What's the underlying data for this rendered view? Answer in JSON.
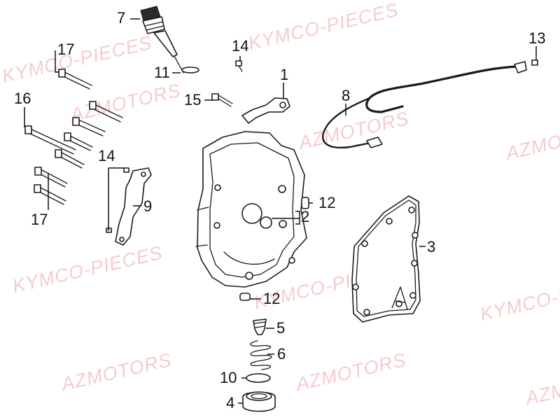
{
  "watermarks": {
    "kymco_pieces": "KYMCO-PIECES",
    "azmotors": "AZMOTORS"
  },
  "callouts": {
    "c1": "1",
    "c2": "2",
    "c3": "3",
    "c4": "4",
    "c5": "5",
    "c6": "6",
    "c7": "7",
    "c8": "8",
    "c9": "9",
    "c10": "10",
    "c11": "11",
    "c12a": "12",
    "c12b": "12",
    "c13": "13",
    "c14a": "14",
    "c14b": "14",
    "c15": "15",
    "c16": "16",
    "c17a": "17",
    "c17b": "17"
  }
}
